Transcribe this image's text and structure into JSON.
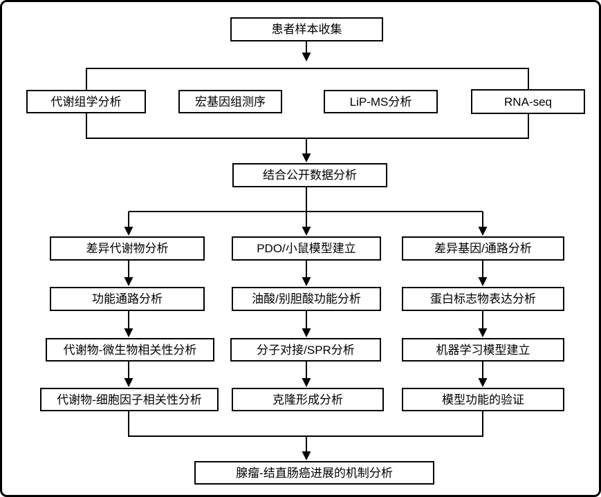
{
  "flowchart": {
    "root": {
      "label": "患者样本收集"
    },
    "omics_row": [
      {
        "label": "代谢组学分析"
      },
      {
        "label": "宏基因组测序"
      },
      {
        "label": "LiP-MS分析"
      },
      {
        "label": "RNA-seq"
      }
    ],
    "integration": {
      "label": "结合公开数据分析"
    },
    "columns": {
      "left": [
        {
          "label": "差异代谢物分析"
        },
        {
          "label": "功能通路分析"
        },
        {
          "label": "代谢物-微生物相关性分析"
        },
        {
          "label": "代谢物-细胞因子相关性分析"
        }
      ],
      "middle": [
        {
          "label": "PDO/小鼠模型建立"
        },
        {
          "label": "油酸/别胆酸功能分析"
        },
        {
          "label": "分子对接/SPR分析"
        },
        {
          "label": "克隆形成分析"
        }
      ],
      "right": [
        {
          "label": "差异基因/通路分析"
        },
        {
          "label": "蛋白标志物表达分析"
        },
        {
          "label": "机器学习模型建立"
        },
        {
          "label": "模型功能的验证"
        }
      ]
    },
    "conclusion": {
      "label": "腺瘤-结直肠癌进展的机制分析"
    }
  },
  "colors": {
    "line": "#000000",
    "box_border": "#000000",
    "text": "#000000",
    "background": "#ffffff"
  }
}
